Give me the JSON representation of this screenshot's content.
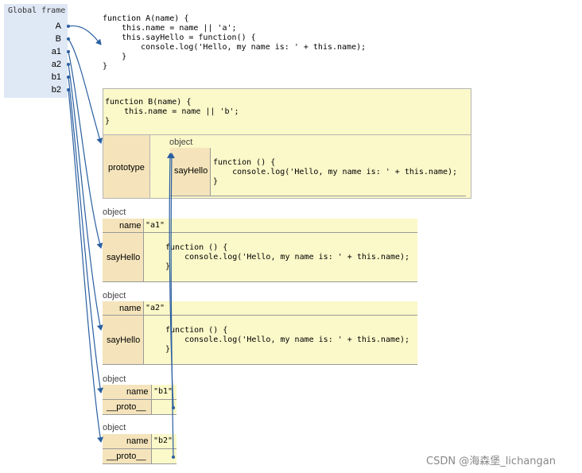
{
  "global_frame": {
    "title": "Global frame",
    "vars": [
      "A",
      "B",
      "a1",
      "a2",
      "b1",
      "b2"
    ]
  },
  "func_a": {
    "code": "function A(name) {\n    this.name = name || 'a';\n    this.sayHello = function() {\n        console.log('Hello, my name is: ' + this.name);\n    }\n}"
  },
  "func_b": {
    "code": "function B(name) {\n    this.name = name || 'b';\n}",
    "prototype_label": "prototype",
    "object_label": "object",
    "sayhello_label": "sayHello",
    "sayhello_code": "function () {\n    console.log('Hello, my name is: ' + this.name);\n}"
  },
  "obj_a1": {
    "object_label": "object",
    "name_label": "name",
    "name_value": "\"a1\"",
    "sayhello_label": "sayHello",
    "sayhello_code": "function () {\n    console.log('Hello, my name is: ' + this.name);\n}"
  },
  "obj_a2": {
    "object_label": "object",
    "name_label": "name",
    "name_value": "\"a2\"",
    "sayhello_label": "sayHello",
    "sayhello_code": "function () {\n    console.log('Hello, my name is: ' + this.name);\n}"
  },
  "obj_b1": {
    "object_label": "object",
    "name_label": "name",
    "name_value": "\"b1\"",
    "proto_label": "__proto__"
  },
  "obj_b2": {
    "object_label": "object",
    "name_label": "name",
    "name_value": "\"b2\"",
    "proto_label": "__proto__"
  },
  "watermark": "CSDN @海森堡_lichangan",
  "colors": {
    "frame_bg": "#dfe8f5",
    "object_bg": "#fbf8c9",
    "header_bg": "#f5e4bb",
    "arrow": "#2a5fa0"
  }
}
